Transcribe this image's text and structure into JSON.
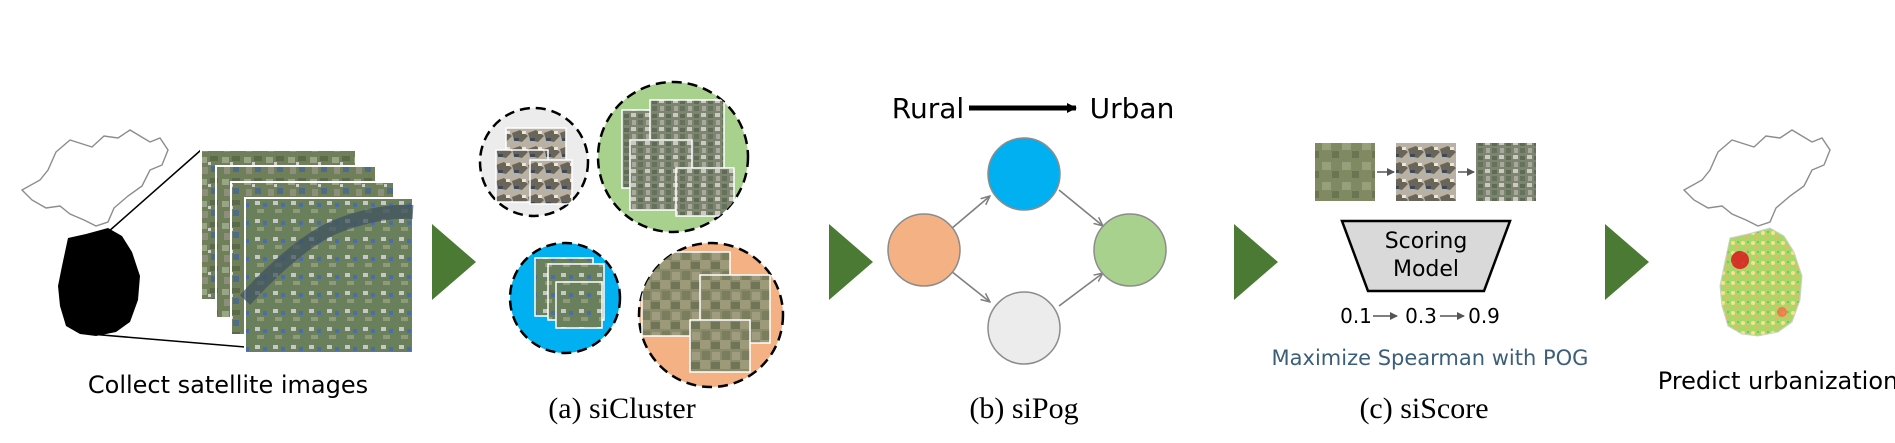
{
  "steps": {
    "collect": "Collect satellite images",
    "cluster": "(a) siCluster",
    "pog": "(b) siPog",
    "score": "(c) siScore",
    "predict": "Predict urbanization"
  },
  "pog": {
    "rural_label": "Rural",
    "urban_label": "Urban"
  },
  "scoring": {
    "model_line1": "Scoring",
    "model_line2": "Model",
    "scores": [
      "0.1",
      "0.3",
      "0.9"
    ],
    "objective": "Maximize Spearman with POG"
  },
  "colors": {
    "arrow_green": "#4a7a33",
    "rural_orange": "#f4b183",
    "urban_green": "#a9d18e",
    "blue": "#00b0f0",
    "gray_node": "#ececec",
    "model_fill": "#d9d9d9",
    "objective_text": "#3b5e7a"
  }
}
